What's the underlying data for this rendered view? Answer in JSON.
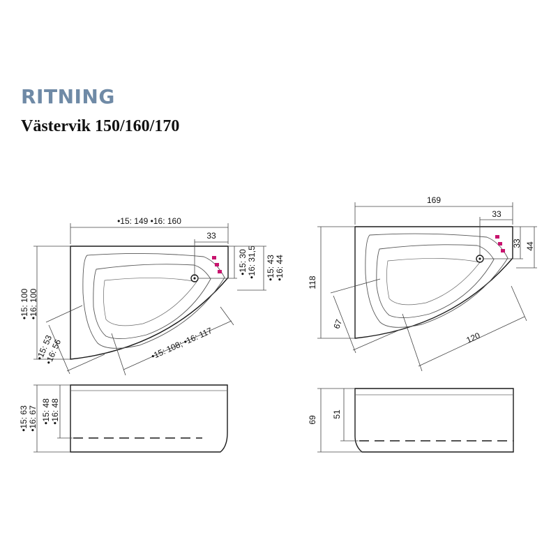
{
  "header": {
    "title": "RITNING",
    "subtitle": "Västervik 150/160/170"
  },
  "colors": {
    "title": "#6f8aa6",
    "accent": "#c8146e",
    "line": "#1a1a1a"
  },
  "left_plan": {
    "width_label": "•15: 149  •16: 160",
    "offset_33": "33",
    "depth_label_1": "•15: 100",
    "depth_label_2": "•16: 100",
    "drain_x_1": "•15: 30",
    "drain_x_2": "•16: 31,5",
    "drain_y_1": "•15: 43",
    "drain_y_2": "•16: 44",
    "diag_label_1": "•15: 53",
    "diag_label_2": "•16: 56",
    "length_label": "•15: 108; •16: 117"
  },
  "right_plan": {
    "width_label": "169",
    "offset_33": "33",
    "depth_label": "118",
    "drain_x": "33",
    "drain_y": "44",
    "diag_label": "67",
    "length_label": "120"
  },
  "left_side": {
    "height_1": "•15: 63",
    "height_2": "•16: 67",
    "inner_1": "•15: 48",
    "inner_2": "•16: 48"
  },
  "right_side": {
    "height": "69",
    "inner": "51"
  }
}
